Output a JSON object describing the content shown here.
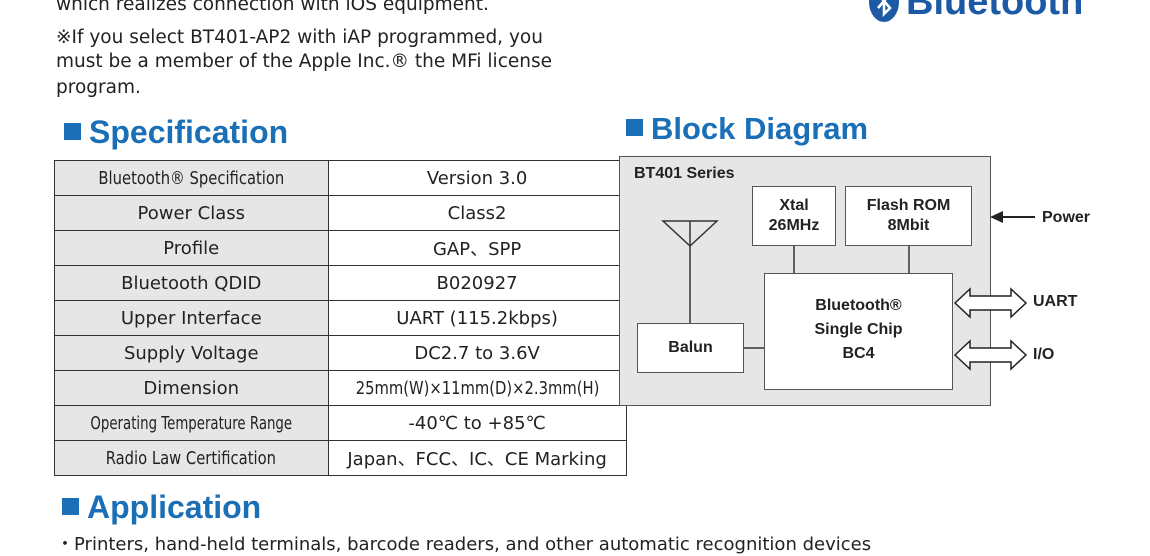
{
  "intro": {
    "line1": "which realizes connection with iOS equipment.",
    "line2": "※If you select BT401-AP2 with iAP programmed, you",
    "line3": "must be a member of the Apple Inc.® the MFi license",
    "line4": "program."
  },
  "logo": {
    "text": "Bluetooth"
  },
  "specification": {
    "title": "Specification",
    "rows": [
      {
        "key": "Bluetooth® Specification",
        "value": "Version 3.0"
      },
      {
        "key": "Power Class",
        "value": "Class2"
      },
      {
        "key": "Profile",
        "value": "GAP、SPP"
      },
      {
        "key": "Bluetooth QDID",
        "value": "B020927"
      },
      {
        "key": "Upper Interface",
        "value": "UART (115.2kbps)"
      },
      {
        "key": "Supply Voltage",
        "value": "DC2.7 to 3.6V"
      },
      {
        "key": "Dimension",
        "value": "25mm(W)×11mm(D)×2.3mm(H)"
      },
      {
        "key": "Operating Temperature Range",
        "value": "-40℃ to +85℃"
      },
      {
        "key": "Radio Law Certification",
        "value": "Japan、FCC、IC、CE Marking"
      }
    ]
  },
  "block_diagram": {
    "title": "Block Diagram",
    "series_label": "BT401 Series",
    "xtal": {
      "line1": "Xtal",
      "line2": "26MHz"
    },
    "flash": {
      "line1": "Flash ROM",
      "line2": "8Mbit"
    },
    "chip": {
      "line1": "Bluetooth®",
      "line2": "Single Chip",
      "line3": "BC4"
    },
    "balun": "Balun",
    "power": "Power",
    "uart": "UART",
    "io": "I/O"
  },
  "application": {
    "title": "Application",
    "text": "・Printers, hand-held terminals, barcode readers, and other automatic recognition devices"
  },
  "colors": {
    "accent": "#1b6fb6",
    "cell_gray": "#e6e6e6",
    "logo_blue": "#1c5aa6"
  }
}
